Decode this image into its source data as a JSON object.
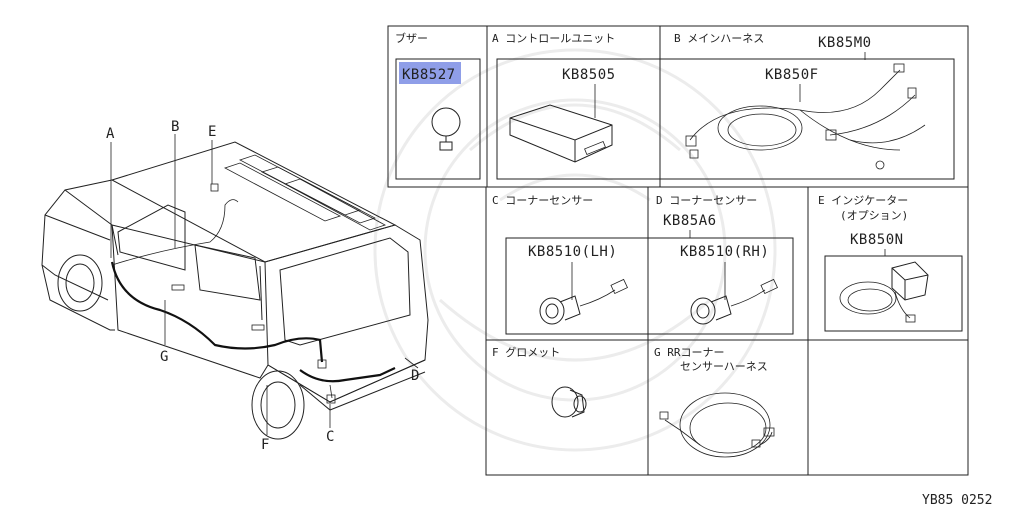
{
  "callouts": {
    "a": "A",
    "b": "B",
    "c": "C",
    "d": "D",
    "e": "E",
    "f": "F",
    "g": "G"
  },
  "panels": {
    "buzzer": {
      "title": "ブザー",
      "part": "KB8527"
    },
    "a": {
      "title": "A コントロールユニット",
      "part": "KB8505"
    },
    "b": {
      "title": "B メインハーネス",
      "part_set": "KB85M0",
      "part": "KB850F"
    },
    "c": {
      "title": "C コーナーセンサー",
      "part_lh": "KB8510(LH)"
    },
    "d": {
      "title": "D コーナーセンサー",
      "part_set": "KB85A6",
      "part_rh": "KB8510(RH)"
    },
    "e": {
      "title_line1": "E インジケーター",
      "title_line2": "(オプション)",
      "part": "KB850N"
    },
    "f": {
      "title": "F グロメット"
    },
    "g": {
      "title_line1": "G RRコーナー",
      "title_line2": "センサーハーネス"
    }
  },
  "footer_code": "YB85 0252",
  "colors": {
    "highlight": "#8f9ee8",
    "line": "#222222"
  }
}
